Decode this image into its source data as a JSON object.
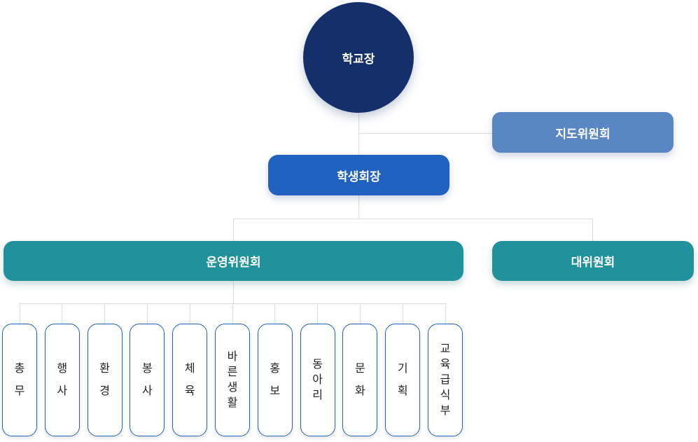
{
  "org_chart": {
    "principal": {
      "label": "학교장"
    },
    "advisory": {
      "label": "지도위원회"
    },
    "president": {
      "label": "학생회장"
    },
    "committees": [
      {
        "label": "운영위원회"
      },
      {
        "label": "대위원회"
      }
    ],
    "departments": [
      {
        "label": "총무"
      },
      {
        "label": "행사"
      },
      {
        "label": "환경"
      },
      {
        "label": "봉사"
      },
      {
        "label": "체육"
      },
      {
        "label": "바른생활"
      },
      {
        "label": "홍보"
      },
      {
        "label": "동아리"
      },
      {
        "label": "문화"
      },
      {
        "label": "기획"
      },
      {
        "label": "교육급식부"
      }
    ]
  },
  "colors": {
    "navy": "#152f6b",
    "blue": "#2161bf",
    "periwinkle": "#5b86c4",
    "teal": "#21929c",
    "dept_border": "#2161bf",
    "dept_text": "#222222",
    "line": "#dcdcdc"
  }
}
